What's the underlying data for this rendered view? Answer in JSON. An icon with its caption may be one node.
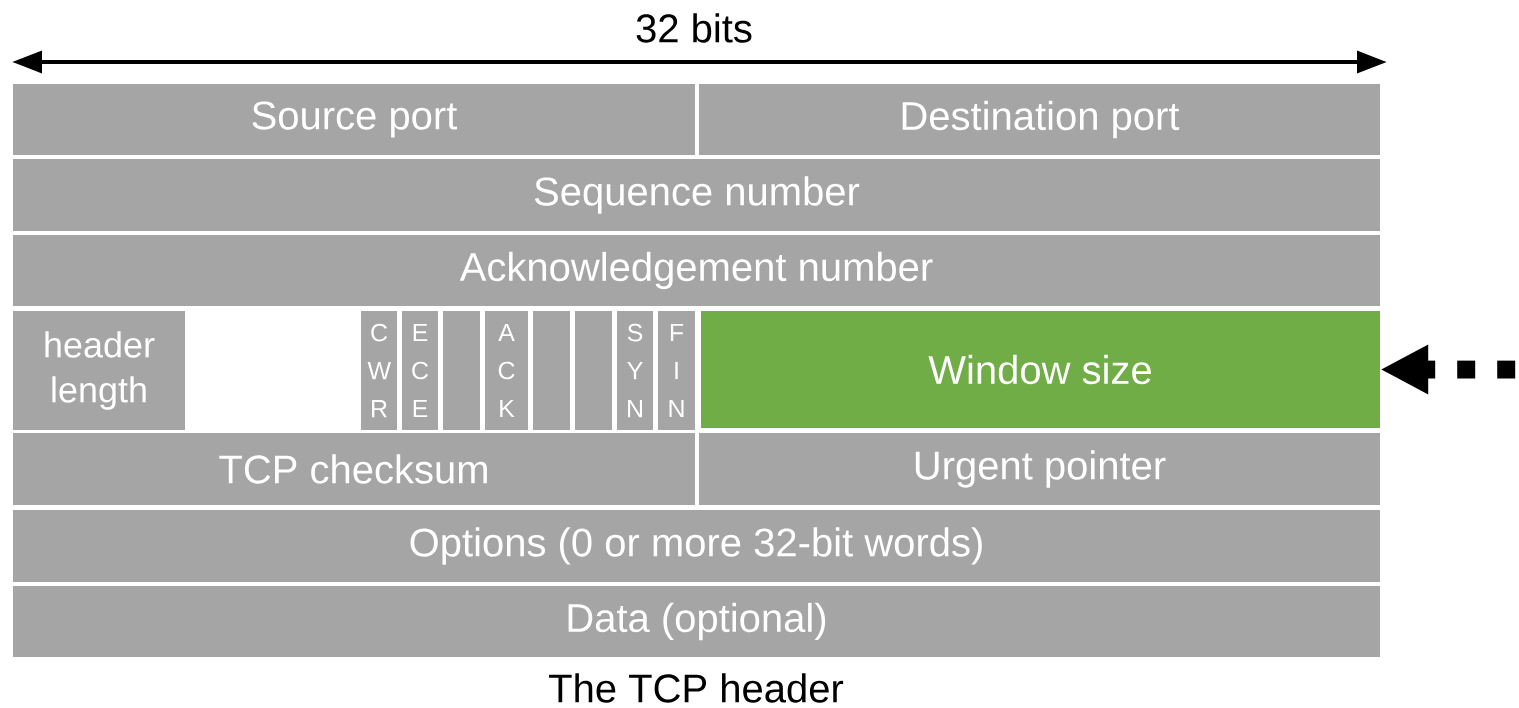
{
  "diagram": {
    "caption": "The TCP header",
    "nodes": [
      {
        "text": [
          "Source port"
        ]
      },
      {
        "text": [
          "Destination port"
        ]
      },
      {
        "text": [
          "Sequence number"
        ]
      },
      {
        "text": [
          "Acknowledgement number"
        ]
      },
      {
        "text": [
          "header length"
        ]
      },
      {
        "text": [
          "C W R"
        ]
      },
      {
        "text": [
          "E C E"
        ]
      },
      {
        "text": [],
        "shape": "box"
      },
      {
        "text": [
          "A C K"
        ]
      },
      {
        "text": [],
        "shape": "box"
      },
      {
        "text": [],
        "shape": "box"
      },
      {
        "text": [
          "S Y N"
        ]
      },
      {
        "text": [
          "F I N"
        ]
      },
      {
        "text": [
          "Window size"
        ]
      },
      {
        "text": [
          "TCP checksum"
        ]
      },
      {
        "text": [
          "Urgent pointer"
        ]
      },
      {
        "text": [
          "Options (0 or more 32-bit words)"
        ]
      },
      {
        "text": [
          "Data (optional)"
        ]
      }
    ],
    "edges": [
      {
        "from": null,
        "to": 13,
        "arrow": "to",
        "style": "dashed"
      }
    ],
    "labels": [
      "32 bits"
    ]
  }
}
